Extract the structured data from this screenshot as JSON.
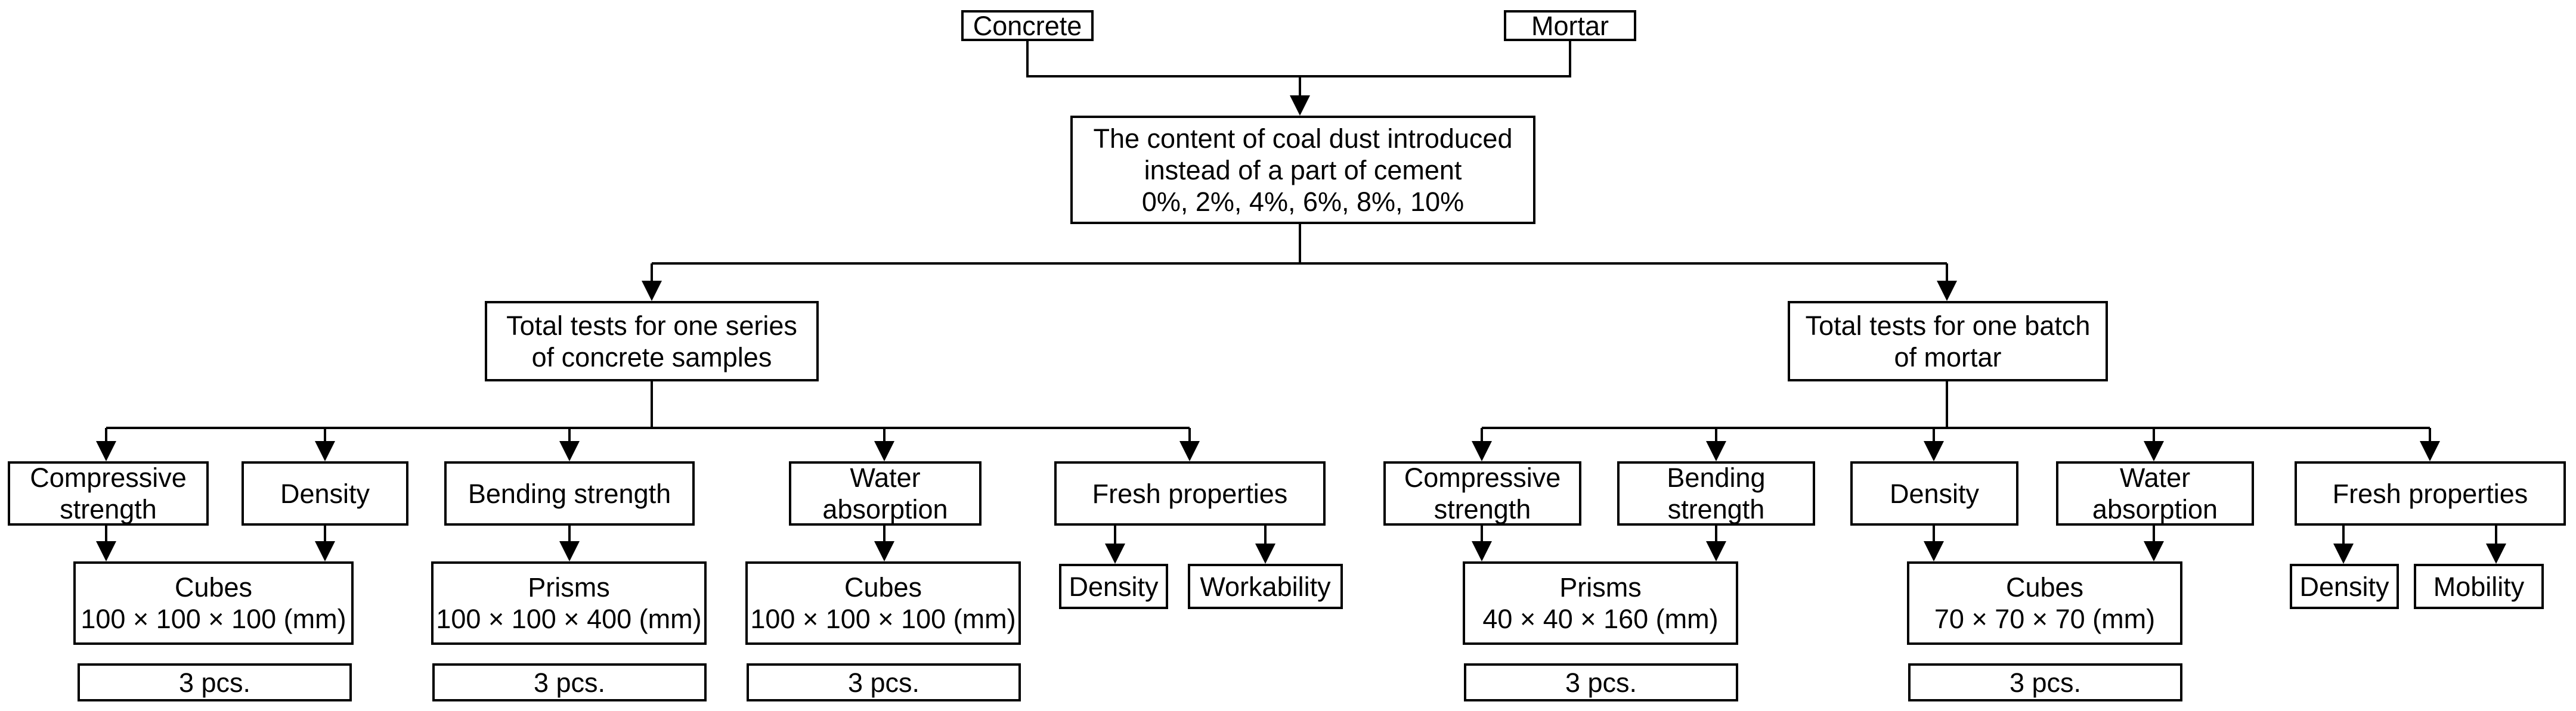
{
  "nodes": {
    "concrete": "Concrete",
    "mortar": "Mortar",
    "content": [
      "The content of coal dust introduced",
      "instead of a part of cement",
      "0%, 2%, 4%, 6%, 8%, 10%"
    ],
    "concrete_total": [
      "Total tests for one series",
      "of concrete samples"
    ],
    "mortar_total": [
      "Total tests for one batch",
      "of mortar"
    ],
    "concrete_tests": {
      "compressive": [
        "Compressive",
        "strength"
      ],
      "density": "Density",
      "bending": "Bending strength",
      "water": [
        "Water",
        "absorption"
      ],
      "fresh": "Fresh properties",
      "cubes": [
        "Cubes",
        "100 × 100 × 100 (mm)"
      ],
      "prisms": [
        "Prisms",
        "100 × 100 × 400 (mm)"
      ],
      "water_cubes": [
        "Cubes",
        "100 × 100 × 100 (mm)"
      ],
      "fresh_density": "Density",
      "fresh_workability": "Workability",
      "pcs_cubes": "3 pcs.",
      "pcs_prisms": "3 pcs.",
      "pcs_water": "3 pcs."
    },
    "mortar_tests": {
      "compressive": [
        "Compressive",
        "strength"
      ],
      "bending": [
        "Bending",
        "strength"
      ],
      "density": "Density",
      "water": [
        "Water",
        "absorption"
      ],
      "fresh": "Fresh properties",
      "prisms": [
        "Prisms",
        "40 × 40 × 160 (mm)"
      ],
      "cubes": [
        "Cubes",
        "70 × 70 × 70 (mm)"
      ],
      "fresh_density": "Density",
      "fresh_mobility": "Mobility",
      "pcs_prisms": "3 pcs.",
      "pcs_cubes": "3 pcs."
    }
  }
}
